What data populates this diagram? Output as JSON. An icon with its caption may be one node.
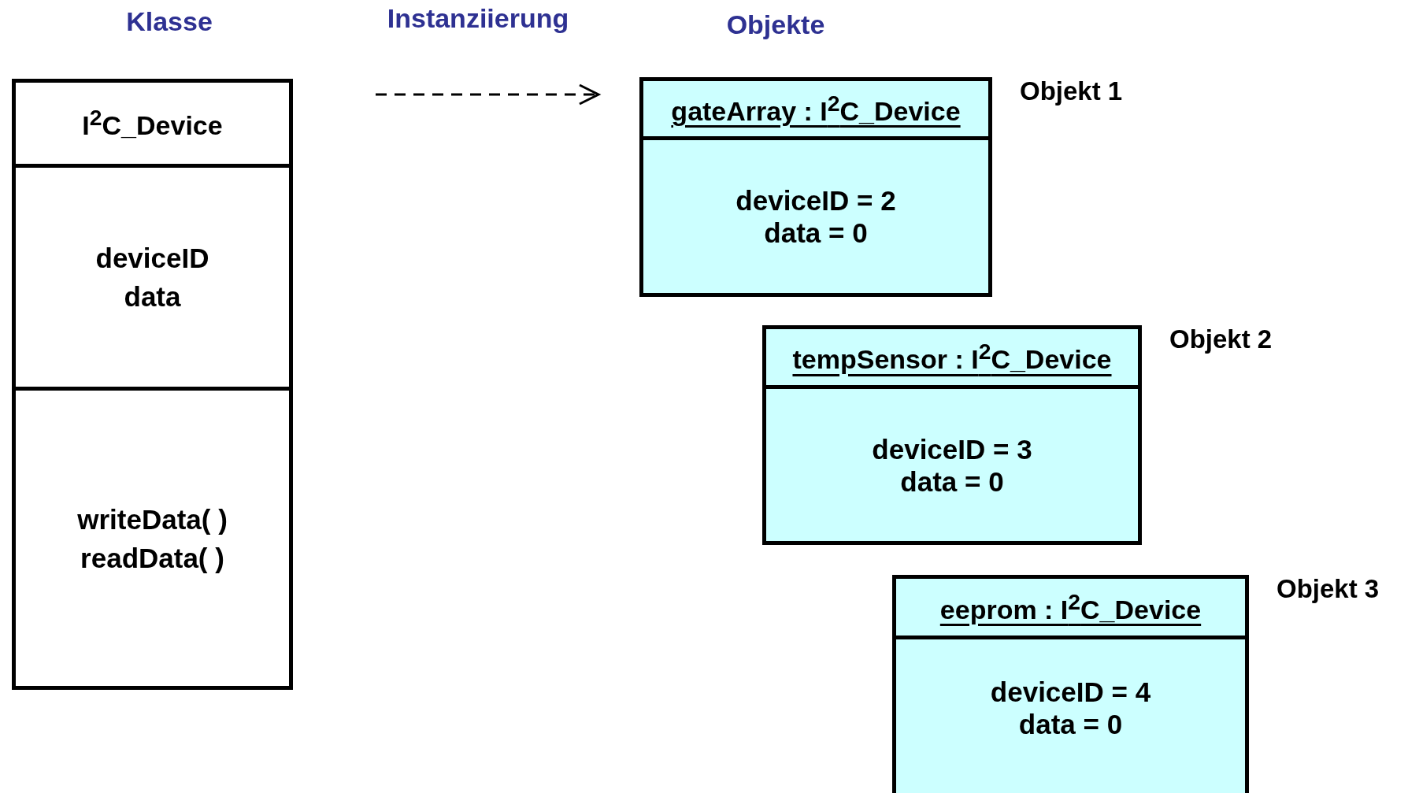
{
  "diagram": {
    "nodes": [
      {
        "text": [
          "I$^{2}$C_Device",
          "deviceID",
          "data",
          "writeData( )",
          "readData( )"
        ]
      },
      {
        "text": [
          "gateArray : I$^{2}$C_Device",
          "deviceID = 2",
          "data = 0"
        ],
        "beside": [
          "Objekt 1"
        ]
      },
      {
        "text": [
          "tempSensor : I$^{2}$C_Device",
          "deviceID = 3",
          "data = 0"
        ],
        "beside": [
          "Objekt 2"
        ]
      },
      {
        "text": [
          "eeprom : I$^{2}$C_Device",
          "deviceID = 4",
          "data = 0"
        ],
        "beside": [
          "Objekt 3"
        ]
      }
    ],
    "labels": [
      "Klasse",
      "Instanziierung",
      "Objekte"
    ]
  }
}
